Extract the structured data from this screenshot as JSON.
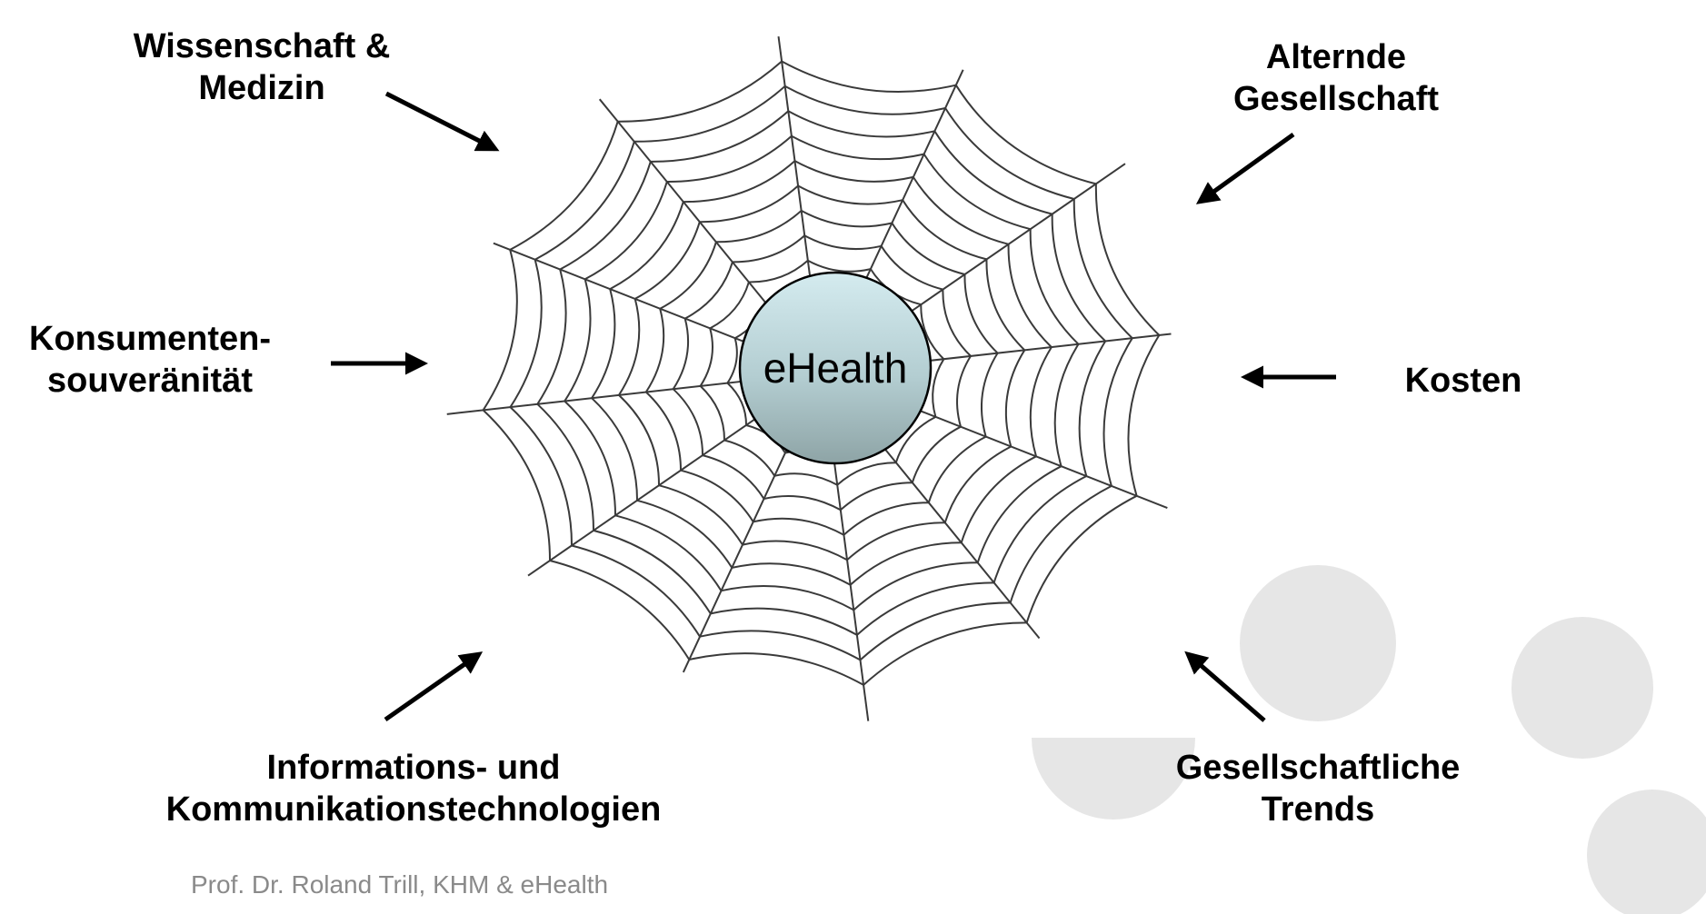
{
  "center": {
    "label": "eHealth"
  },
  "drivers": {
    "science": {
      "line1": "Wissenschaft &",
      "line2": "Medizin"
    },
    "aging": {
      "line1": "Alternde",
      "line2": "Gesellschaft"
    },
    "consumer": {
      "line1": "Konsumenten-",
      "line2": "souveränität"
    },
    "costs": {
      "line1": "Kosten"
    },
    "ict": {
      "line1": "Informations- und",
      "line2": "Kommunikationstechnologien"
    },
    "social": {
      "line1": "Gesellschaftliche",
      "line2": "Trends"
    }
  },
  "footer": {
    "text": "Prof. Dr. Roland Trill, KHM & eHealth"
  },
  "colors": {
    "web": "#3a3a3a",
    "circle_top": "#cfe7ec",
    "circle_bottom": "#8fa6a8",
    "deco": "#e6e6e6"
  }
}
